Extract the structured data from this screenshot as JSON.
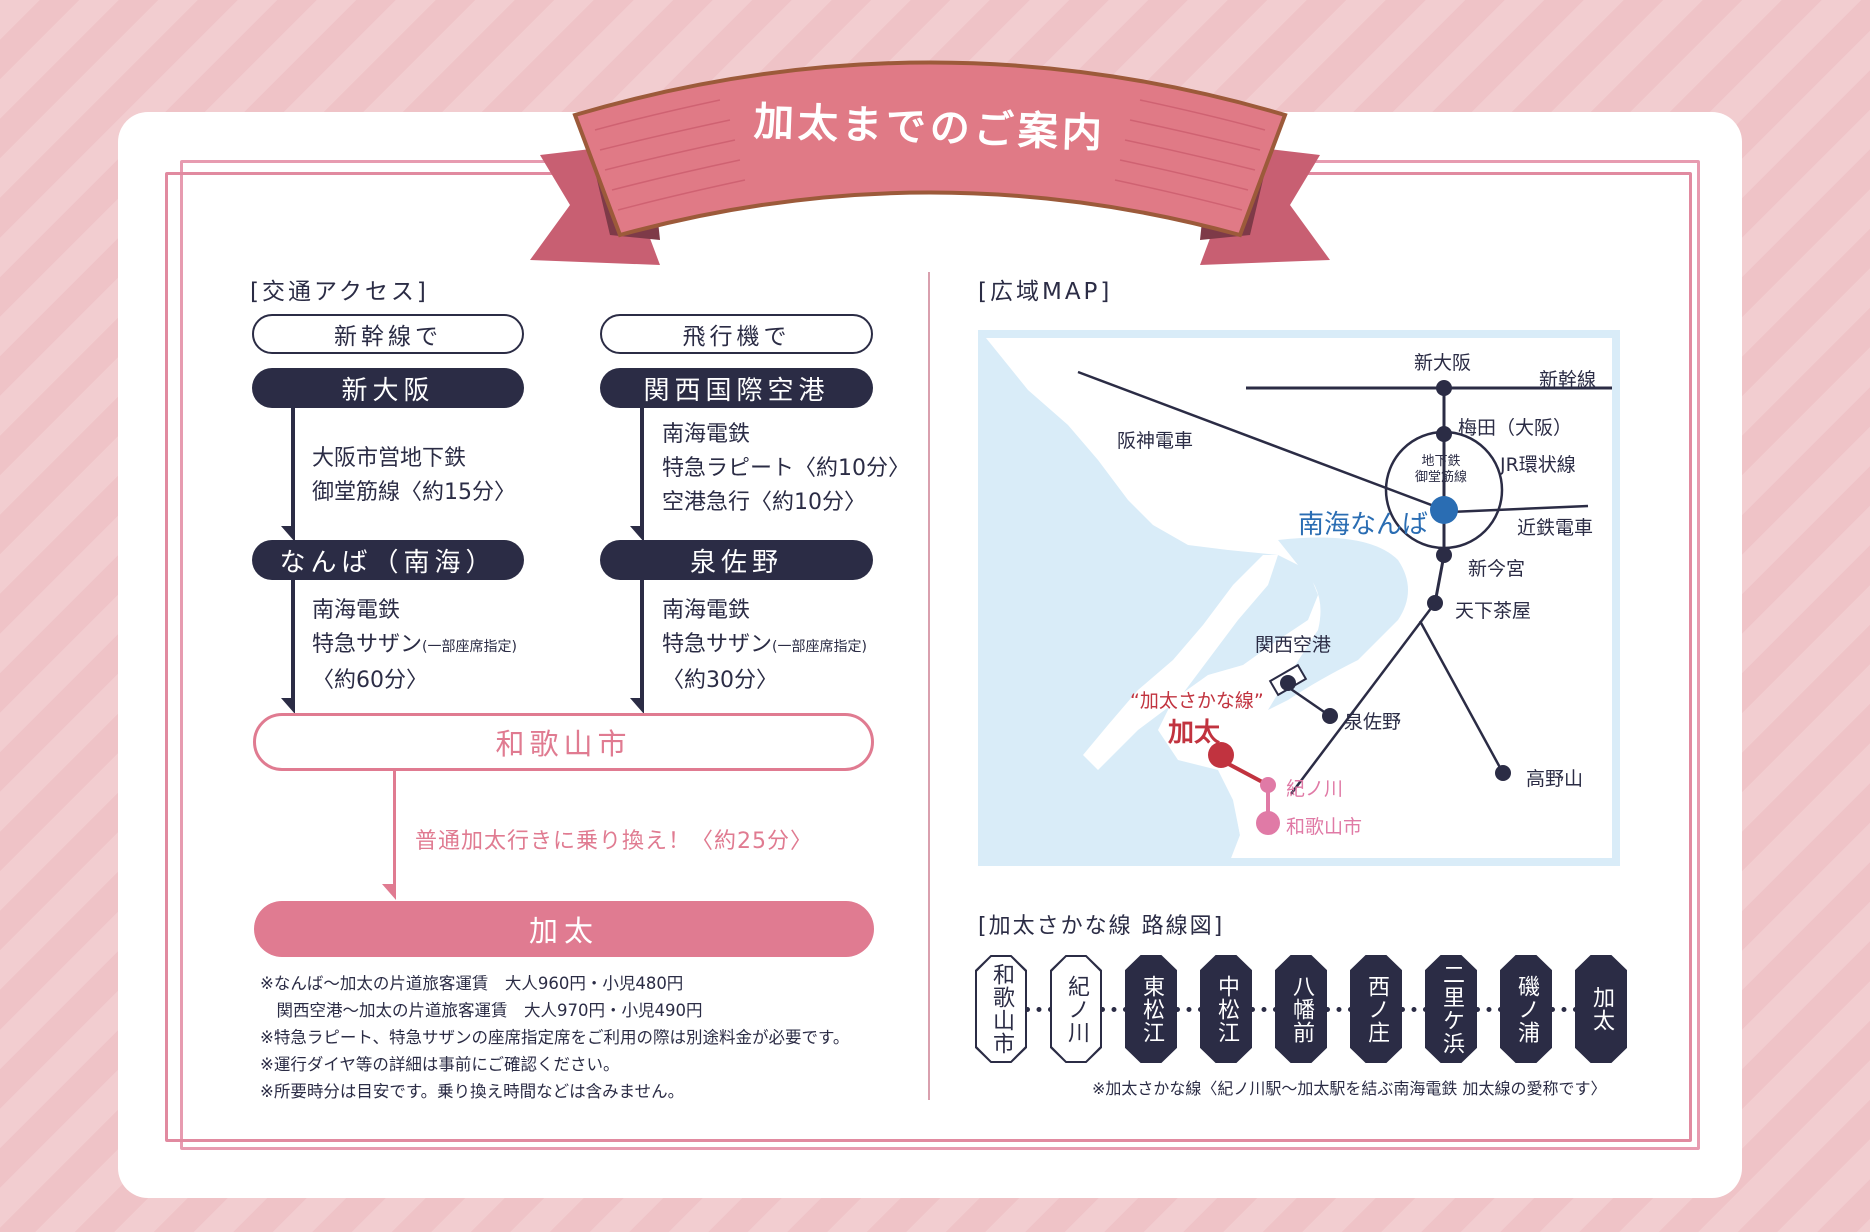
{
  "title": "加太までのご案内",
  "colors": {
    "navy": "#2b2c45",
    "pink": "#e07b91",
    "ribbon": "#e07a86",
    "sea": "#d9ecf8",
    "nankai_blue": "#2a6db3",
    "kada_red": "#c1333f",
    "kishigawa_pink": "#e07aa6"
  },
  "access": {
    "label": "[交通アクセス]",
    "shinkansen": {
      "mode": "新幹線で",
      "start": "新大阪",
      "leg1": [
        "大阪市営地下鉄",
        "御堂筋線〈約15分〉"
      ],
      "mid": "なんば（南海）",
      "leg2_line1": "南海電鉄",
      "leg2_line2": "特急サザン",
      "leg2_note": "(一部座席指定)",
      "leg2_line3": "〈約60分〉"
    },
    "airplane": {
      "mode": "飛行機で",
      "start": "関西国際空港",
      "leg1": [
        "南海電鉄",
        "特急ラピート〈約10分〉",
        "空港急行〈約10分〉"
      ],
      "mid": "泉佐野",
      "leg2_line1": "南海電鉄",
      "leg2_line2": "特急サザン",
      "leg2_note": "(一部座席指定)",
      "leg2_line3": "〈約30分〉"
    },
    "junction": "和歌山市",
    "transfer": "普通加太行きに乗り換え！〈約25分〉",
    "destination": "加太",
    "notes": [
      "※なんば～加太の片道旅客運賃　大人960円・小児480円",
      "　関西空港～加太の片道旅客運賃　大人970円・小児490円",
      "※特急ラピート、特急サザンの座席指定席をご利用の際は別途料金が必要です。",
      "※運行ダイヤ等の詳細は事前にご確認ください。",
      "※所要時分は目安です。乗り換え時間などは含みません。"
    ]
  },
  "map": {
    "label": "[広域MAP]",
    "lines": {
      "shinkansen": "新幹線",
      "hanshin": "阪神電車",
      "jr_loop": "JR環状線",
      "subway": "地下鉄\n御堂筋線",
      "kintetsu": "近鉄電車"
    },
    "stations": {
      "shin_osaka": "新大阪",
      "umeda": "梅田（大阪）",
      "namba": "南海なんば",
      "shin_imamiya": "新今宮",
      "tengachaya": "天下茶屋",
      "kansai_airport": "関西空港",
      "izumisano": "泉佐野",
      "koyasan": "高野山",
      "kinokawa": "紀ノ川",
      "wakayamashi": "和歌山市",
      "kada_line": "“加太さかな線”",
      "kada": "加太"
    }
  },
  "route_map": {
    "label": "[加太さかな線 路線図]",
    "stations": [
      "和歌山市",
      "紀ノ川",
      "東松江",
      "中松江",
      "八幡前",
      "西ノ庄",
      "二里ケ浜",
      "磯ノ浦",
      "加太"
    ],
    "note": "※加太さかな線〈紀ノ川駅～加太駅を結ぶ南海電鉄 加太線の愛称です〉"
  }
}
